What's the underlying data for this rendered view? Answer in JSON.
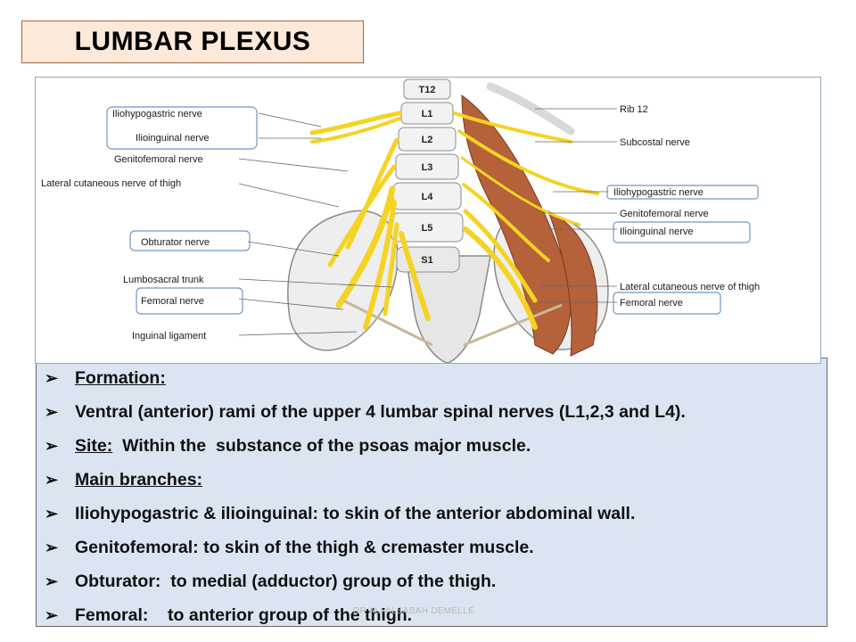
{
  "title": "LUMBAR PLEXUS",
  "figure": {
    "vertebrae": [
      "T12",
      "L1",
      "L2",
      "L3",
      "L4",
      "L5",
      "S1"
    ],
    "left_labels": [
      "Iliohypogastric nerve",
      "Ilioinguinal nerve",
      "Genitofemoral nerve",
      "Lateral cutaneous nerve of thigh",
      "Obturator nerve",
      "Lumbosacral trunk",
      "Femoral nerve",
      "Inguinal ligament"
    ],
    "right_labels": [
      "Rib 12",
      "Subcostal nerve",
      "Iliohypogastric nerve",
      "Genitofemoral nerve",
      "Ilioinguinal nerve",
      "Lateral cutaneous nerve of thigh",
      "Femoral nerve"
    ],
    "colors": {
      "nerve": "#f5d323",
      "muscle": "#b5613a",
      "bone": "#eeeeee",
      "label_box": "#6f98c4"
    }
  },
  "bullets": [
    {
      "heading": "Formation:",
      "text": ""
    },
    {
      "heading": "",
      "text": "Ventral (anterior) rami of the upper 4 lumbar spinal nerves (L1,2,3 and L4)."
    },
    {
      "heading": "Site:",
      "text": "  Within the  substance of the psoas major muscle."
    },
    {
      "heading": "Main branches:",
      "text": ""
    },
    {
      "heading": "",
      "text": "Iliohypogastric & ilioinguinal: to skin of the anterior abdominal wall."
    },
    {
      "heading": "",
      "text": "Genitofemoral: to skin of the thigh & cremaster muscle."
    },
    {
      "heading": "",
      "text": "Obturator:  to medial (adductor) group of the thigh."
    },
    {
      "heading": "",
      "text": "Femoral:    to anterior group of the thigh."
    }
  ],
  "footer": "DR ALI ALSABAH DEMELLE"
}
